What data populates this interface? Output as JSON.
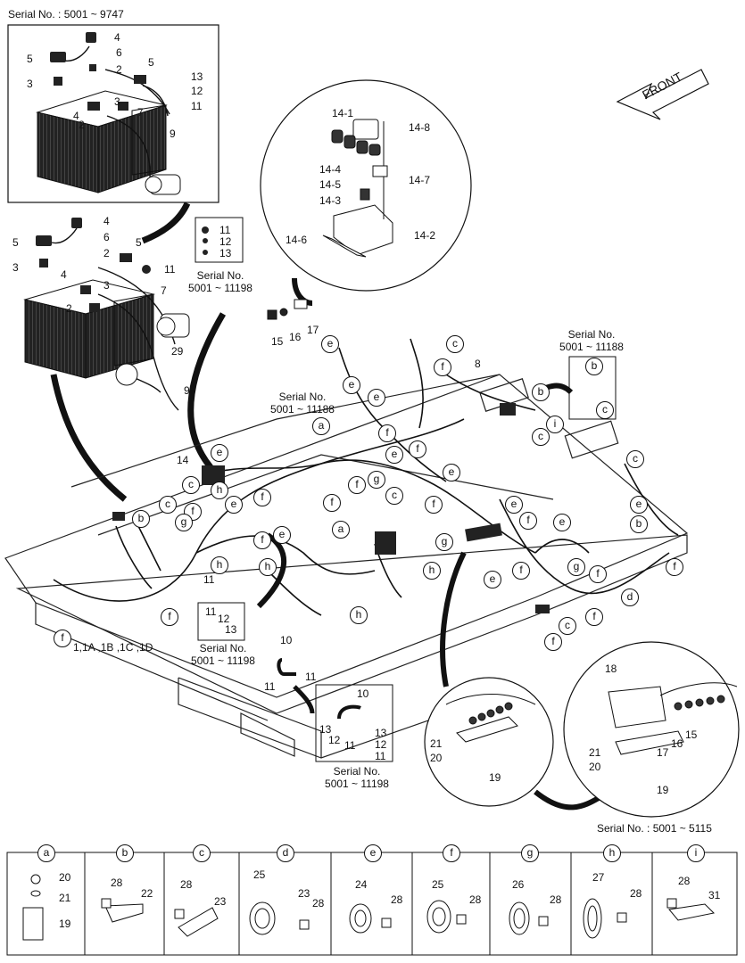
{
  "serials": {
    "top_left": "Serial No. : 5001 ~ 9747",
    "small_parts": "Serial No.\n5001 ~ 11198",
    "right_box": "Serial No.\n5001 ~ 11188",
    "mid": "Serial No.\n5001 ~ 11188",
    "lower_left": "Serial No.\n5001 ~ 11198",
    "lower_box": "Serial No.\n5001 ~ 11198",
    "bottom_right": "Serial No. : 5001 ~ 5115"
  },
  "front_label": "FRONT",
  "harness_ids": "1,1A ,1B ,1C ,1D",
  "top_box_labels": [
    "4",
    "6",
    "5",
    "2",
    "3",
    "5",
    "13",
    "12",
    "11",
    "4",
    "2",
    "3",
    "7",
    "9"
  ],
  "mid_battery_labels": [
    "4",
    "6",
    "5",
    "2",
    "3",
    "5",
    "11",
    "7",
    "4",
    "3",
    "2",
    "29",
    "9"
  ],
  "small_parts_labels": [
    "11",
    "12",
    "13"
  ],
  "zoom_top_labels": [
    "14-1",
    "14-8",
    "14-4",
    "14-5",
    "14-7",
    "14-3",
    "14-6",
    "14-2"
  ],
  "mount_labels": [
    "17",
    "15",
    "16"
  ],
  "main_labels": [
    "14",
    "8",
    "11",
    "10",
    "11",
    "11"
  ],
  "lower_box_labels": [
    "10",
    "13",
    "12",
    "11",
    "13",
    "12",
    "11"
  ],
  "zoom_left_labels": [
    "21",
    "20",
    "19"
  ],
  "zoom_right_labels": [
    "18",
    "15",
    "16",
    "17",
    "21",
    "20",
    "19"
  ],
  "letter_tags": [
    "a",
    "b",
    "c",
    "d",
    "e",
    "f",
    "g",
    "h",
    "i"
  ],
  "table": [
    {
      "letter": "a",
      "nums": [
        "20",
        "21",
        "19"
      ]
    },
    {
      "letter": "b",
      "nums": [
        "28",
        "22"
      ]
    },
    {
      "letter": "c",
      "nums": [
        "28",
        "23"
      ]
    },
    {
      "letter": "d",
      "nums": [
        "25",
        "23",
        "28"
      ]
    },
    {
      "letter": "e",
      "nums": [
        "24",
        "28"
      ]
    },
    {
      "letter": "f",
      "nums": [
        "25",
        "28"
      ]
    },
    {
      "letter": "g",
      "nums": [
        "26",
        "28"
      ]
    },
    {
      "letter": "h",
      "nums": [
        "27",
        "28"
      ]
    },
    {
      "letter": "i",
      "nums": [
        "28",
        "31"
      ]
    }
  ]
}
